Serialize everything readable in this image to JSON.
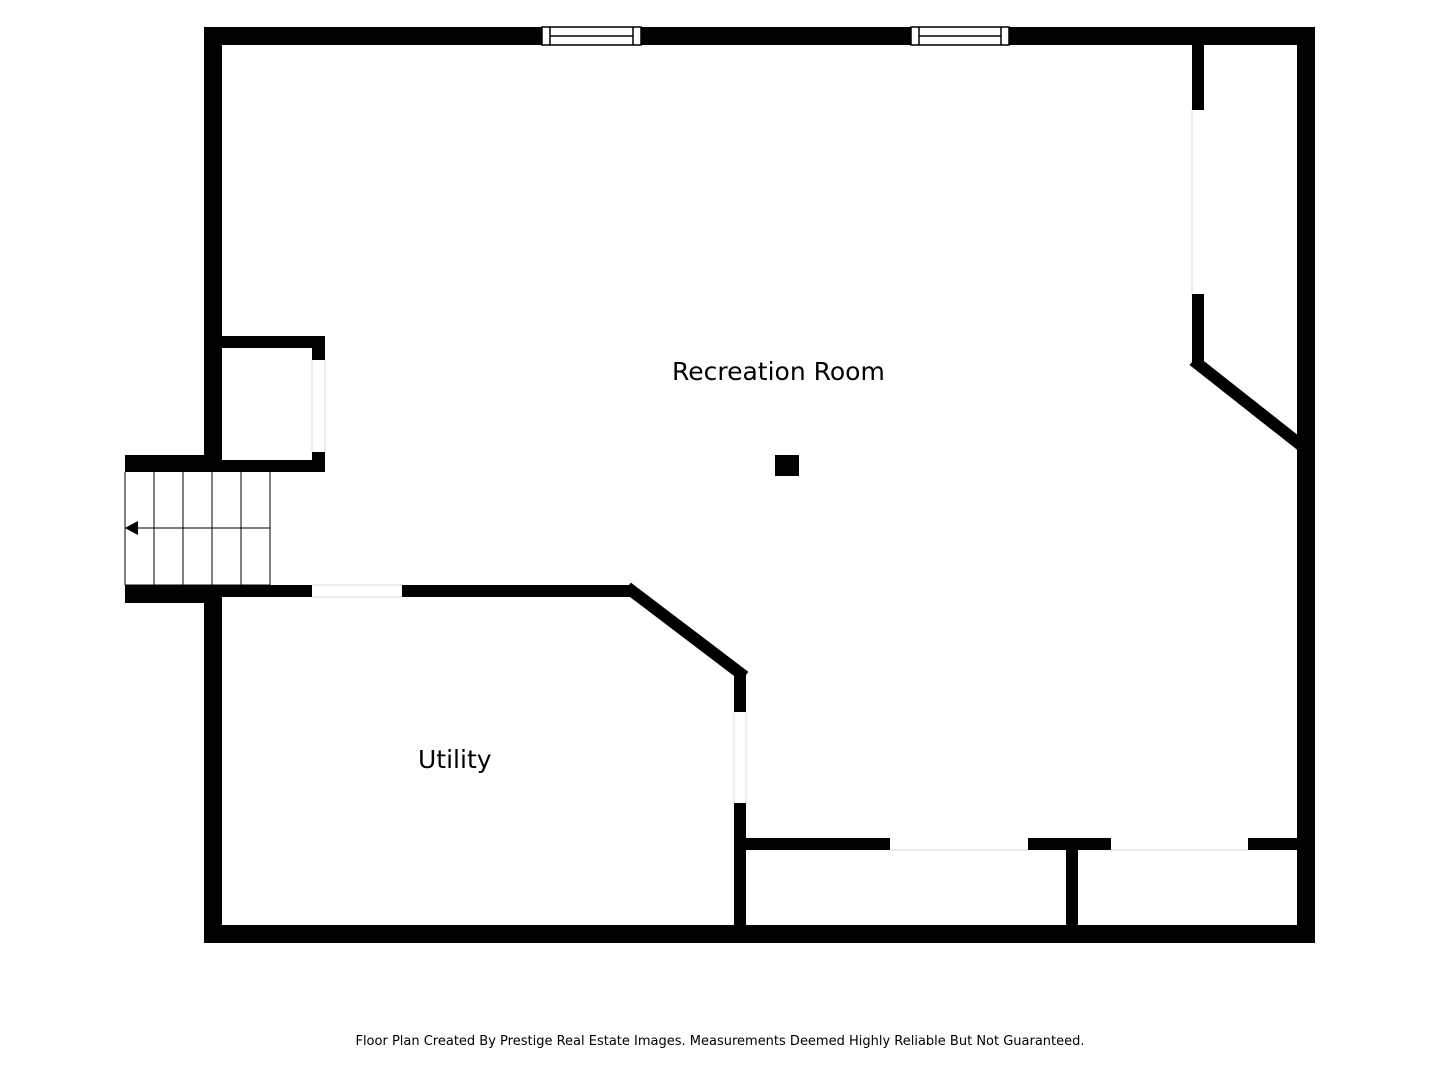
{
  "rooms": {
    "recreation": "Recreation Room",
    "utility": "Utility"
  },
  "footer": "Floor Plan Created By Prestige Real Estate Images. Measurements Deemed Highly Reliable But Not Guaranteed.",
  "colors": {
    "wall": "#000000",
    "background": "#ffffff",
    "window_line": "#000000"
  },
  "icons": {
    "stairs_direction": "arrow-left-icon"
  }
}
